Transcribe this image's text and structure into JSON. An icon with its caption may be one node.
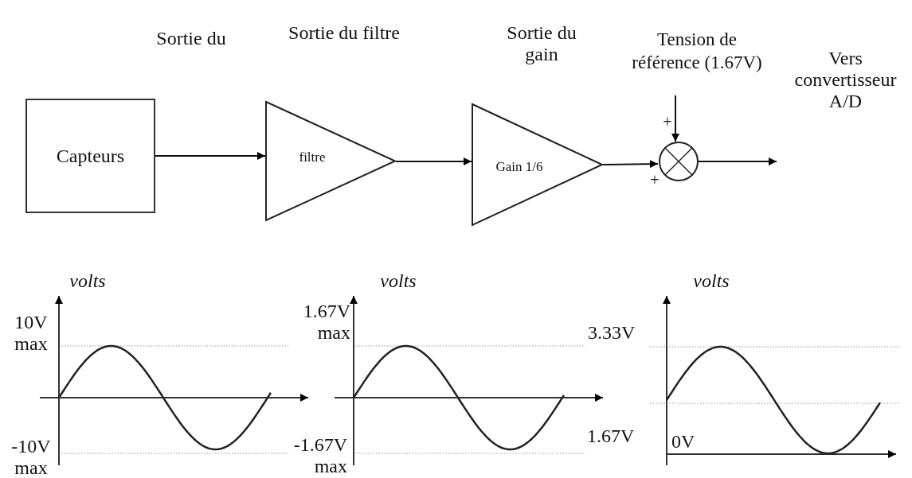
{
  "diagram": {
    "nodes": [
      {
        "text": [
          "Capteurs"
        ]
      },
      {
        "text": [
          "filtre"
        ]
      },
      {
        "text": [
          "Gain 1/6"
        ]
      },
      {
        "text": [
          "Tension de référence (1.67V)"
        ]
      },
      {
        "text": [],
        "shape": "circle"
      }
    ],
    "edges": [
      {
        "from": 0,
        "to": 1,
        "arrow": "to"
      },
      {
        "from": 1,
        "to": 2,
        "arrow": "to"
      },
      {
        "from": 2,
        "to": 4,
        "arrow": "to"
      },
      {
        "from": 3,
        "to": 4,
        "arrow": "to"
      },
      {
        "from": 4,
        "to": null,
        "arrow": "to"
      }
    ],
    "labels": [
      "Sortie du",
      "Sortie du filtre",
      "Sortie du gain",
      "Vers convertisseur A/D",
      "+",
      "+",
      "volts",
      "volts",
      "volts",
      "10V max",
      "1.67V max",
      "3.33V",
      "1.67V",
      "-10V max",
      "-1.67V max",
      "0V"
    ]
  }
}
